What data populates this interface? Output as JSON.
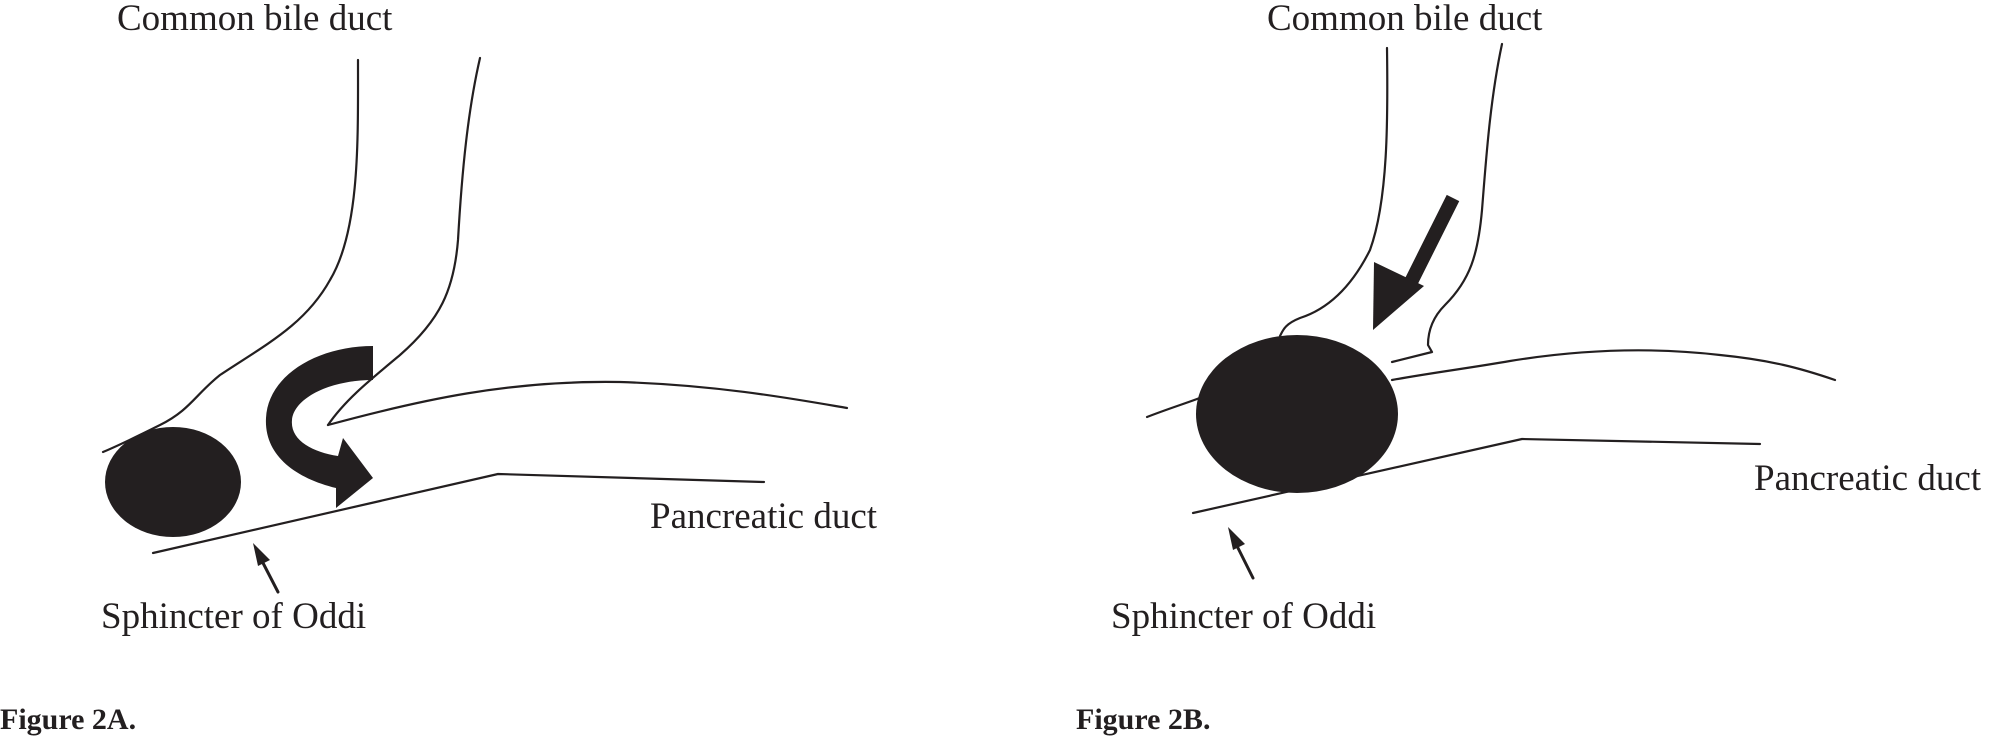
{
  "panel_a": {
    "label_bile_duct": "Common bile duct",
    "label_pancreatic_duct": "Pancreatic duct",
    "label_sphincter": "Sphincter of Oddi",
    "caption": "Figure 2A."
  },
  "panel_b": {
    "label_bile_duct": "Common bile duct",
    "label_pancreatic_duct": "Pancreatic duct",
    "label_sphincter": "Sphincter of Oddi",
    "caption": "Figure 2B."
  },
  "colors": {
    "ink": "#231f20",
    "background": "#ffffff"
  }
}
